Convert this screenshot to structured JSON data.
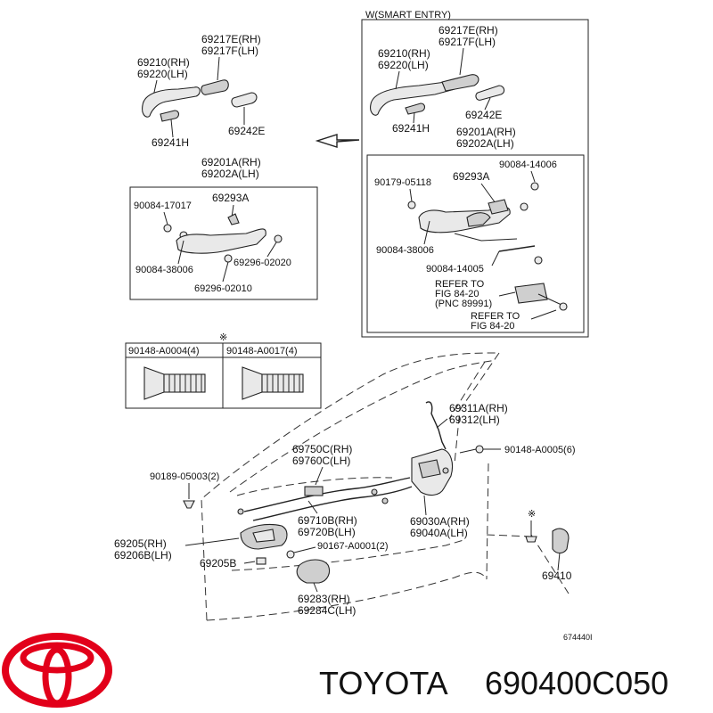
{
  "labels": {
    "smart_entry": "W(SMART ENTRY)",
    "l_69217e_rh": "69217E(RH)",
    "l_69217f_lh": "69217F(LH)",
    "l_69210_rh": "69210(RH)",
    "l_69220_lh": "69220(LH)",
    "l_69241h": "69241H",
    "l_69242e": "69242E",
    "l_69201a_rh": "69201A(RH)",
    "l_69202a_lh": "69202A(LH)",
    "l_69293a": "69293A",
    "l_90084_17017": "90084-17017",
    "l_90084_38006": "90084-38006",
    "l_69296_02020": "69296-02020",
    "l_69296_02010": "69296-02010",
    "l_90179_05118": "90179-05118",
    "l_90084_14006": "90084-14006",
    "l_90084_14005": "90084-14005",
    "l_refer1_a": "REFER TO",
    "l_refer1_b": "FIG 84-20",
    "l_refer1_c": "(PNC 89991)",
    "l_refer2_a": "REFER TO",
    "l_refer2_b": "FIG 84-20",
    "note_mark": "※",
    "l_90148_a0004": "90148-A0004(4)",
    "l_90148_a0017": "90148-A0017(4)",
    "l_69311a_rh": "69311A(RH)",
    "l_69312_lh": "69312(LH)",
    "l_69750c_rh": "69750C(RH)",
    "l_69760c_lh": "69760C(LH)",
    "l_90148_a0005": "90148-A0005(6)",
    "l_90189_05003": "90189-05003(2)",
    "l_69710b_rh": "69710B(RH)",
    "l_69720b_lh": "69720B(LH)",
    "l_69030a_rh": "69030A(RH)",
    "l_69040a_lh": "69040A(LH)",
    "l_69205_rh": "69205(RH)",
    "l_69206b_lh": "69206B(LH)",
    "l_90167_a0001": "90167-A0001(2)",
    "l_69205b": "69205B",
    "l_69410": "69410",
    "l_69283_rh": "69283(RH)",
    "l_69284c_lh": "69284C(LH)",
    "fig_code": "674440I"
  },
  "brand": {
    "name": "TOYOTA",
    "part_number": "690400C050",
    "logo_color": "#e2001a"
  }
}
